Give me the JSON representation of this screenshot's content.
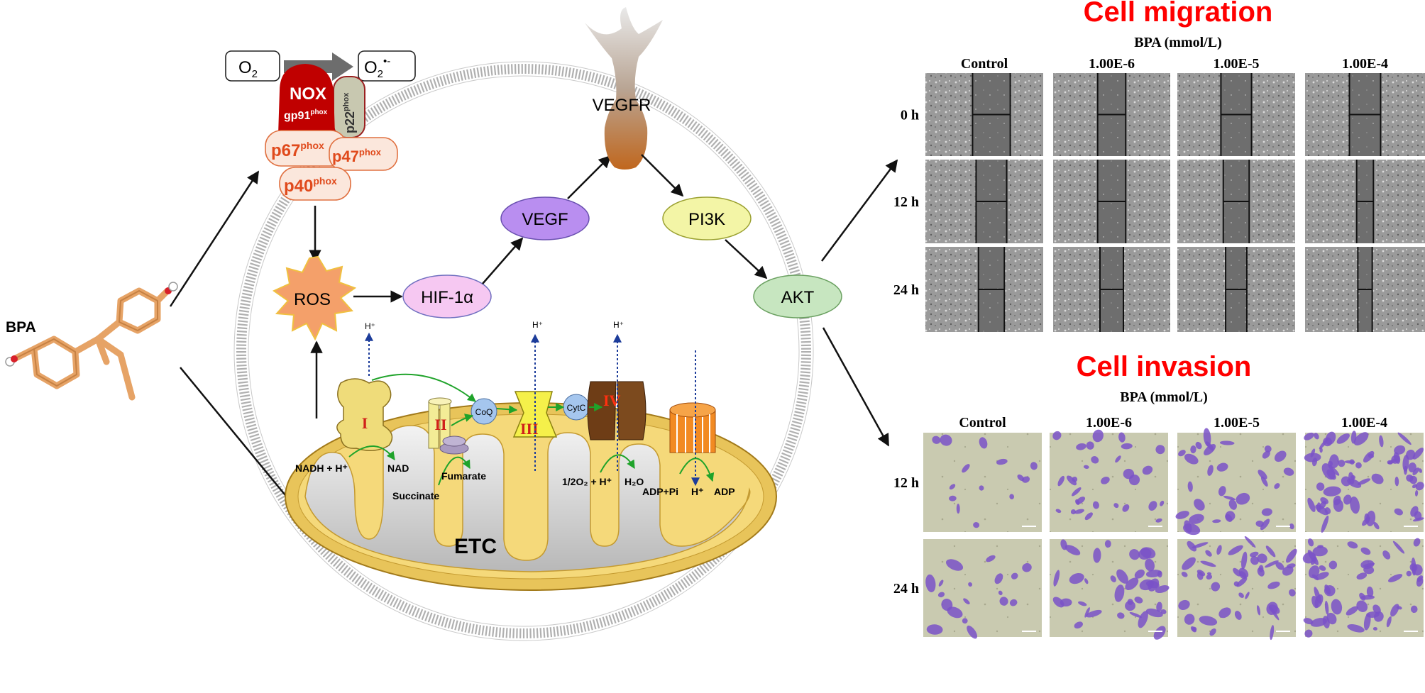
{
  "left": {
    "bpa_label": "BPA",
    "o2": "O",
    "o2_sub": "2",
    "superoxide": "O",
    "superoxide_sub": "2",
    "superoxide_sup": "•-",
    "nox": "NOX",
    "gp91": "gp91",
    "phox": "phox",
    "p22": "p22",
    "p67": "p67",
    "p47": "p47",
    "p40": "p40",
    "ros": "ROS",
    "hif": "HIF-1α",
    "vegf": "VEGF",
    "vegfr": "VEGFR",
    "pi3k": "PI3K",
    "akt": "AKT",
    "etc": "ETC",
    "hplus": "H⁺",
    "complex_I": "I",
    "complex_II": "II",
    "complex_III": "III",
    "complex_IV": "IV",
    "coq": "CoQ",
    "cytc": "CytC",
    "nadh": "NADH + H⁺",
    "nad": "NAD",
    "fumarate": "Fumarate",
    "succinate": "Succinate",
    "half_o2": "1/2O₂ + H⁺",
    "h2o": "H₂O",
    "adp_pi": "ADP+Pi",
    "h_atp": "H⁺",
    "adp": "ADP"
  },
  "migration": {
    "title": "Cell migration",
    "subtitle": "BPA (mmol/L)",
    "columns": [
      "Control",
      "1.00E-6",
      "1.00E-5",
      "1.00E-4"
    ],
    "rows": [
      "0 h",
      "12 h",
      "24 h"
    ]
  },
  "invasion": {
    "title": "Cell invasion",
    "subtitle": "BPA (mmol/L)",
    "columns": [
      "Control",
      "1.00E-6",
      "1.00E-5",
      "1.00E-4"
    ],
    "rows": [
      "12 h",
      "24 h"
    ]
  },
  "colors": {
    "title_red": "#ff0000",
    "nox_red": "#c00000",
    "phox_text": "#e04a1c",
    "ros": "#f4a06a",
    "hif": "#f6c8f2",
    "vegf": "#b98ef0",
    "pi3k": "#f3f5a6",
    "akt": "#c7e6c0",
    "mito": "#e8c45a",
    "invasion_purple": "#7a52c8"
  }
}
